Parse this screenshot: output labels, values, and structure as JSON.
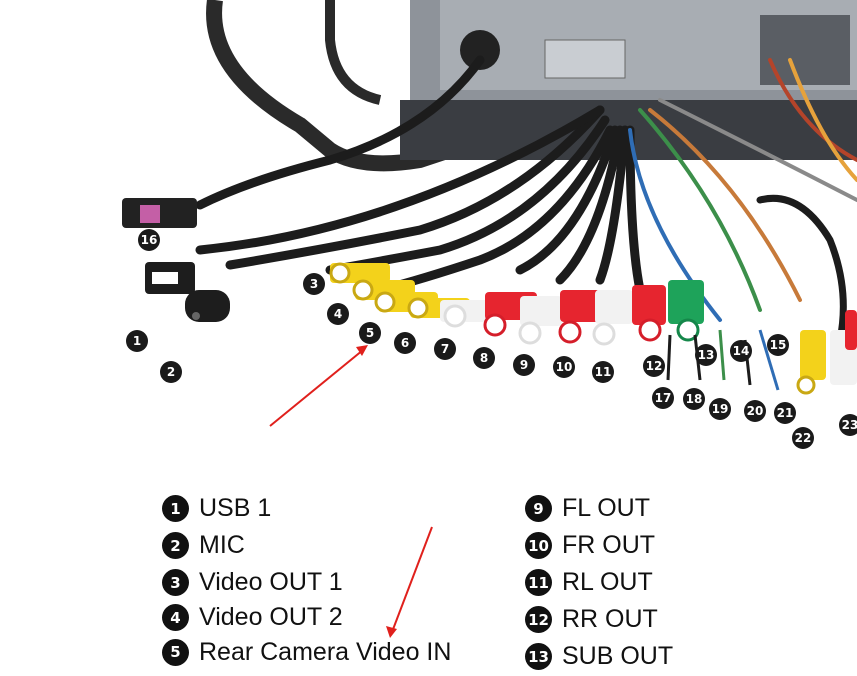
{
  "callouts": [
    "1",
    "2",
    "3",
    "4",
    "5",
    "6",
    "7",
    "8",
    "9",
    "10",
    "11",
    "12",
    "13",
    "14",
    "15",
    "16",
    "17",
    "18",
    "19",
    "20",
    "21",
    "22",
    "23"
  ],
  "legend_left": [
    {
      "num": "1",
      "label": "USB 1"
    },
    {
      "num": "2",
      "label": "MIC"
    },
    {
      "num": "3",
      "label": "Video OUT 1"
    },
    {
      "num": "4",
      "label": "Video OUT 2"
    },
    {
      "num": "5",
      "label": "Rear Camera Video IN"
    }
  ],
  "legend_right": [
    {
      "num": "9",
      "label": "FL OUT"
    },
    {
      "num": "10",
      "label": "FR OUT"
    },
    {
      "num": "11",
      "label": "RL OUT"
    },
    {
      "num": "12",
      "label": "RR OUT"
    },
    {
      "num": "13",
      "label": "SUB OUT"
    }
  ],
  "annotation_color": "#e0201c"
}
